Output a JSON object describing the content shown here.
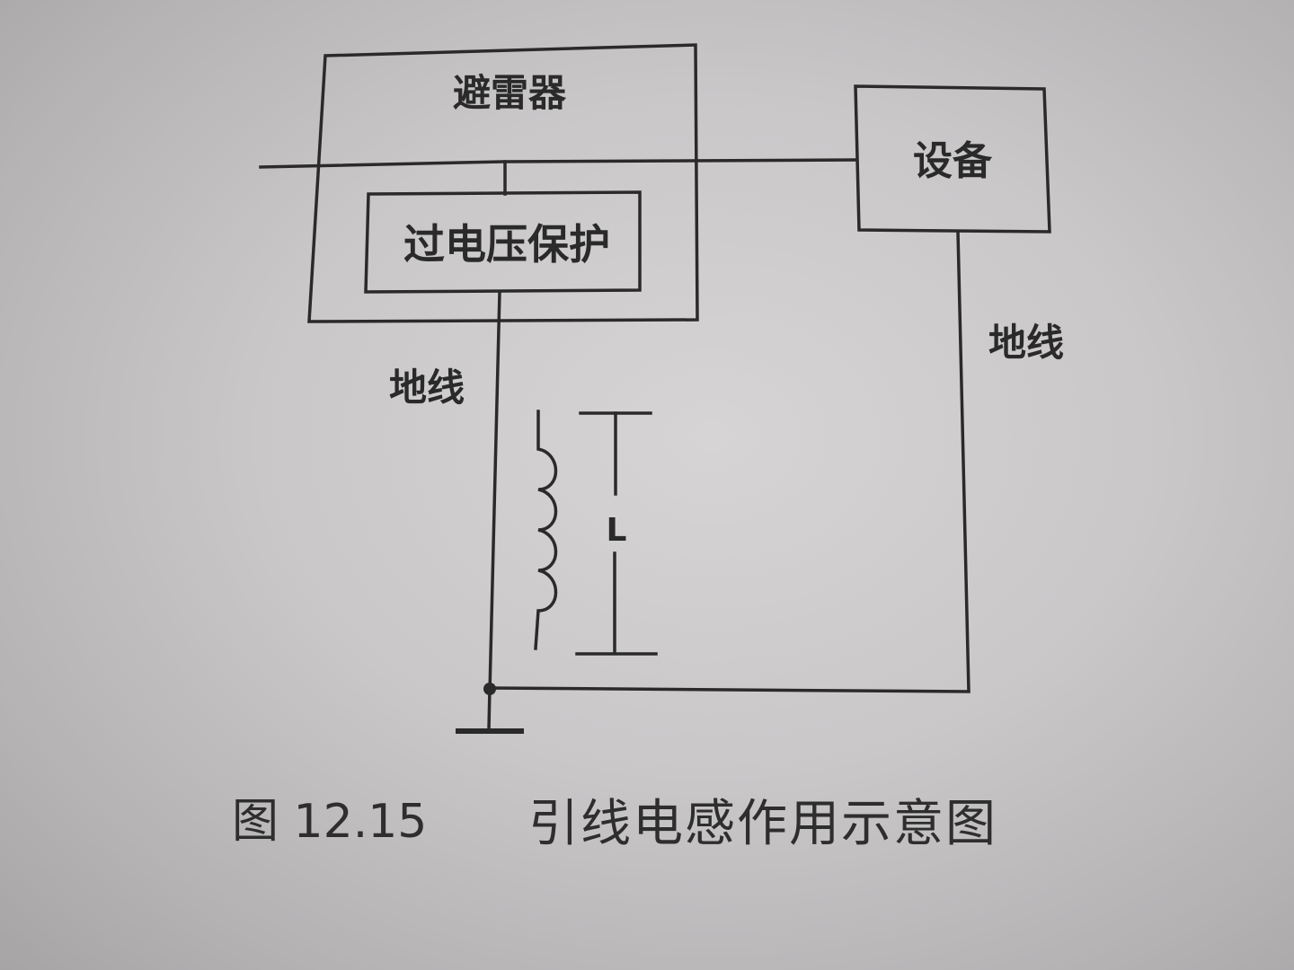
{
  "diagram": {
    "arrester_label": "避雷器",
    "overvoltage_label": "过电压保护",
    "equipment_label": "设备",
    "ground_wire_left_label": "地线",
    "ground_wire_right_label": "地线",
    "inductance_label": "L"
  },
  "caption": {
    "number": "图 12.15",
    "title": "引线电感作用示意图"
  },
  "colors": {
    "ink": "#2a2a2a",
    "paper": "#d3d1d1"
  }
}
